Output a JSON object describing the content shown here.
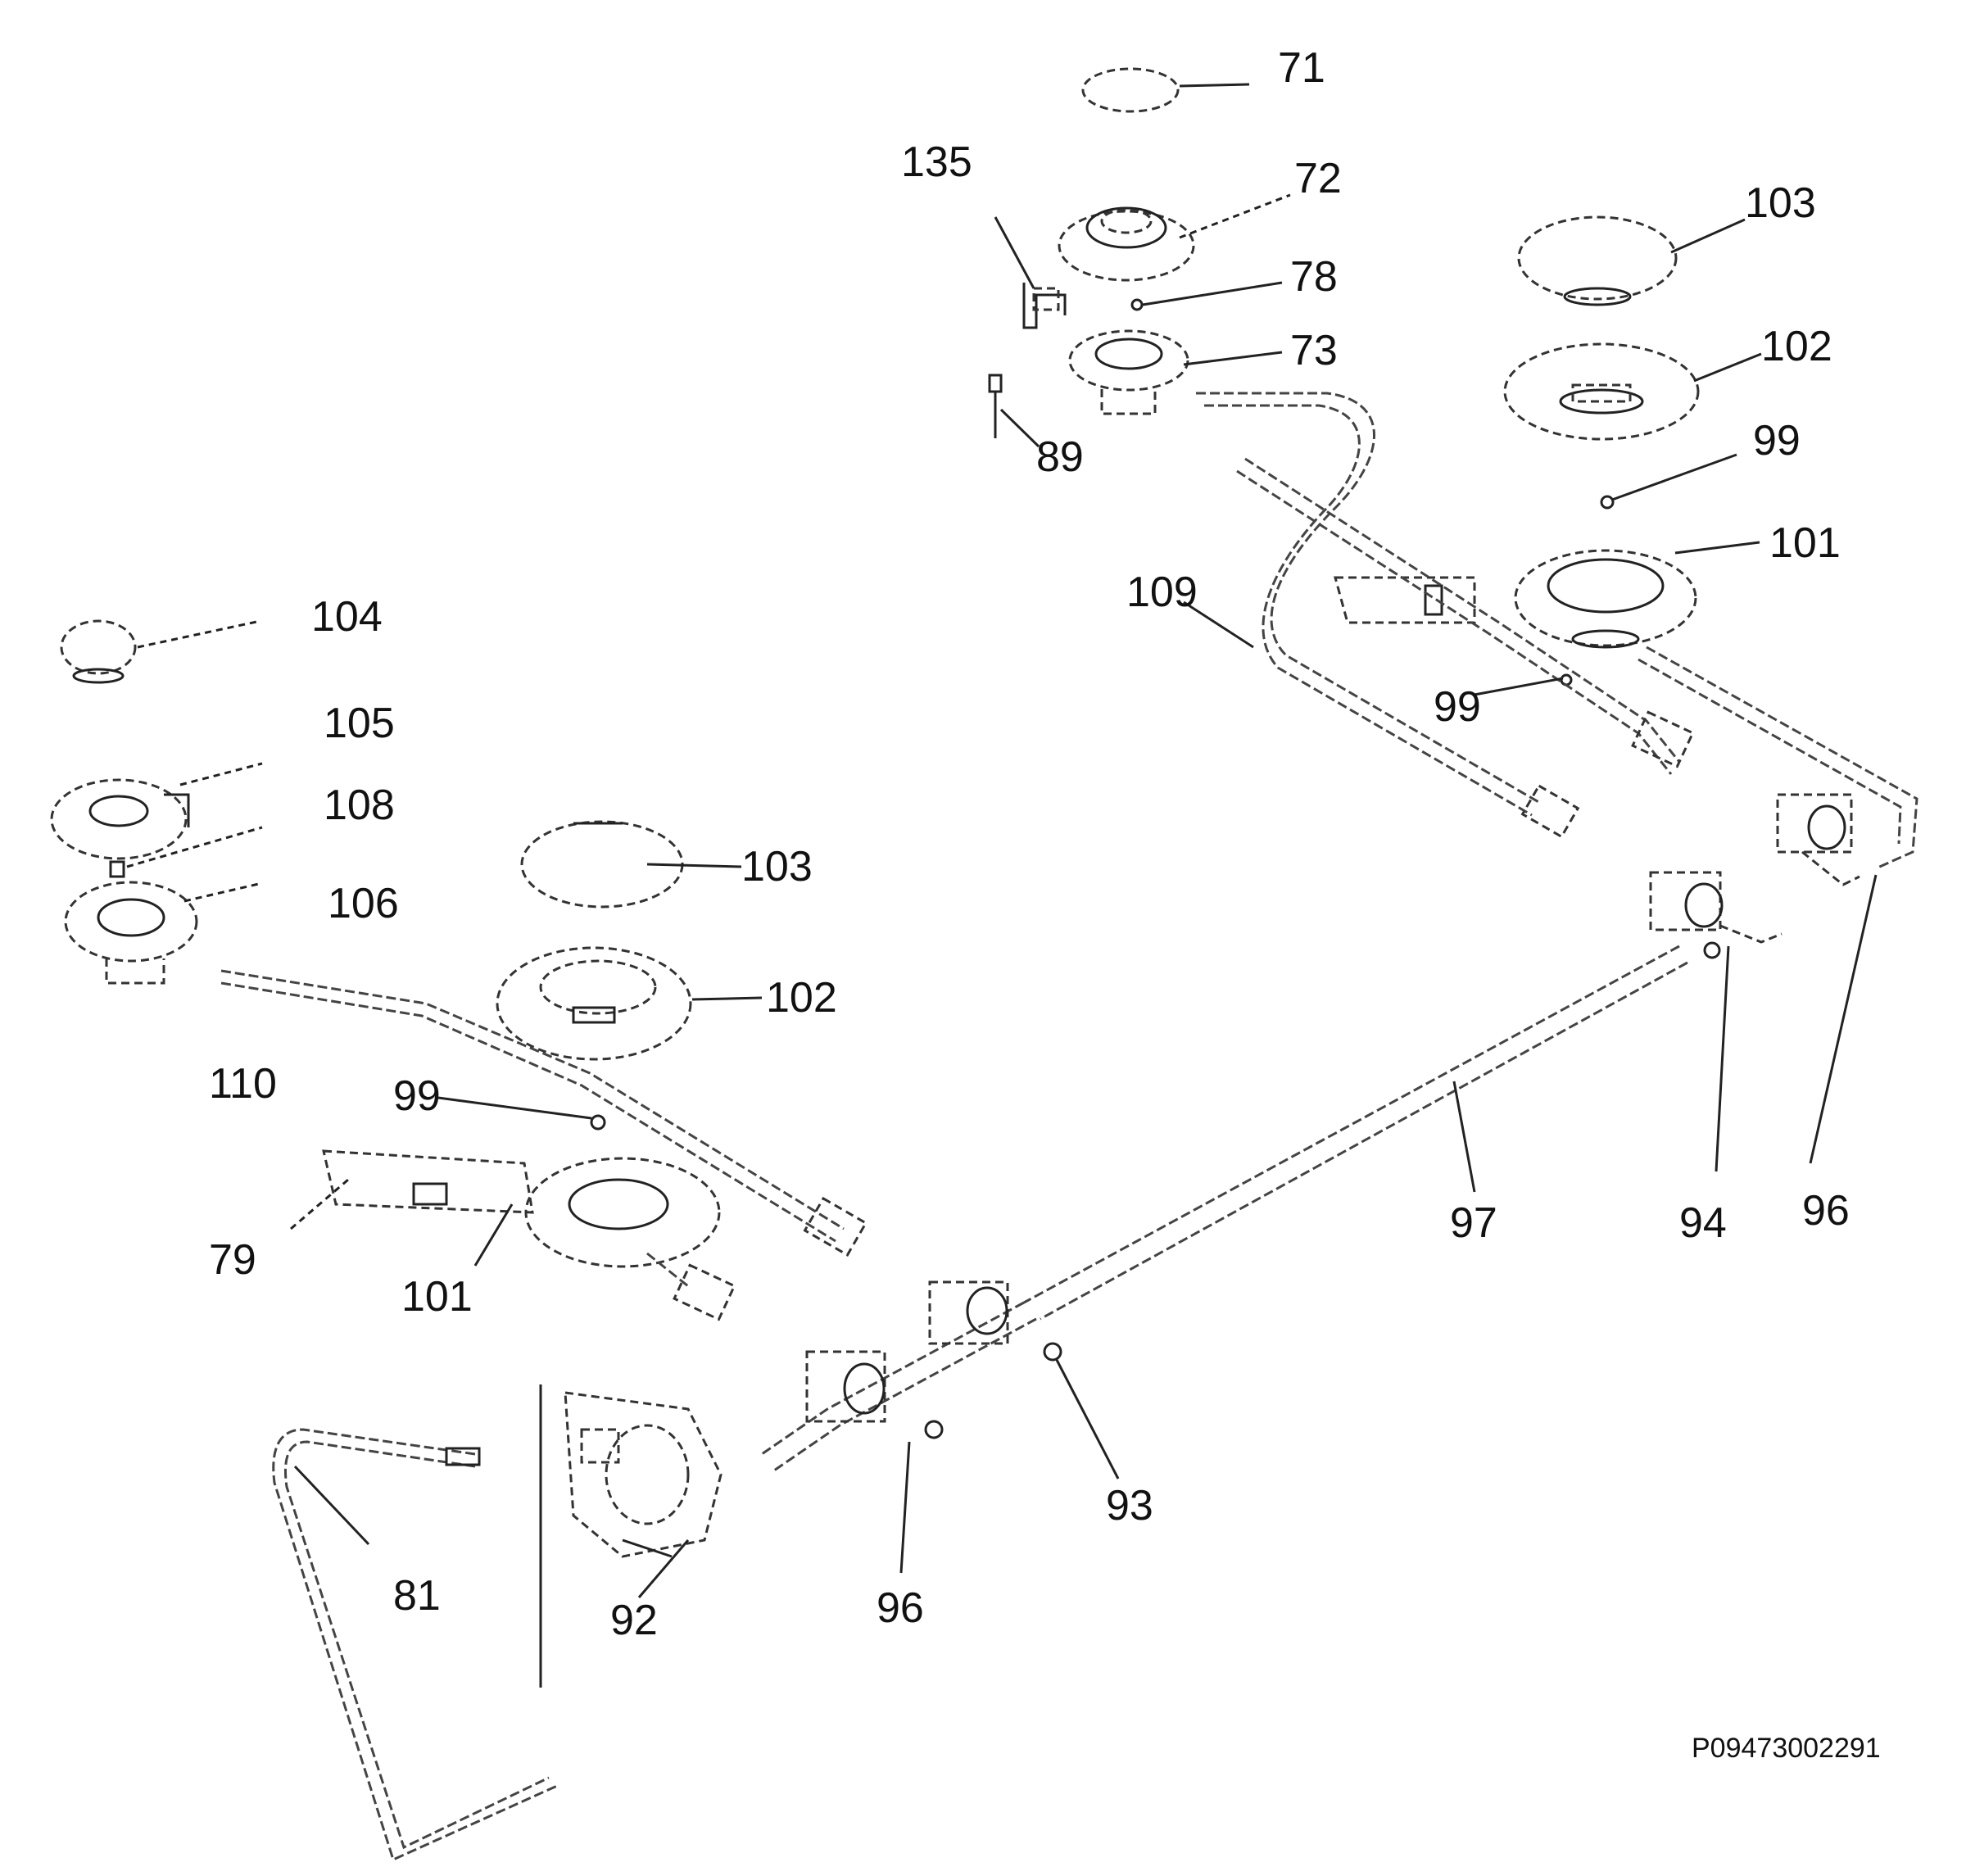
{
  "labels": {
    "l71": "71",
    "l135": "135",
    "l72": "72",
    "l78": "78",
    "l73": "73",
    "l103_top": "103",
    "l102_top": "102",
    "l89": "89",
    "l99_top": "99",
    "l101_top": "101",
    "l109": "109",
    "l99_mid": "99",
    "l104": "104",
    "l105": "105",
    "l108": "108",
    "l106": "106",
    "l103_left": "103",
    "l102_left": "102",
    "l110": "110",
    "l99_left": "99",
    "l79": "79",
    "l101_left": "101",
    "l97": "97",
    "l94": "94",
    "l96_right": "96",
    "l93": "93",
    "l81": "81",
    "l92": "92",
    "l96_bottom": "96"
  },
  "drawing_code": "P09473002291"
}
